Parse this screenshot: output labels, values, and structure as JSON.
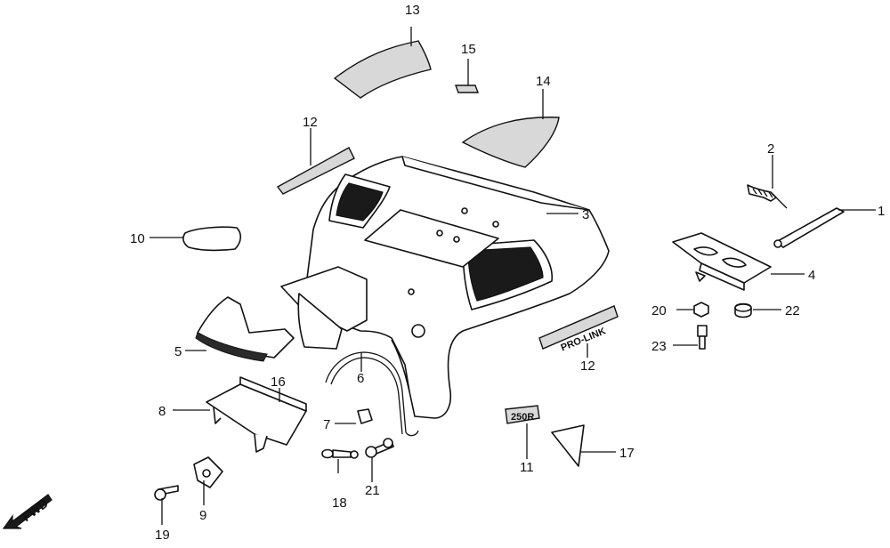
{
  "callouts": [
    {
      "id": "1",
      "text": "1"
    },
    {
      "id": "2",
      "text": "2"
    },
    {
      "id": "3",
      "text": "3"
    },
    {
      "id": "4",
      "text": "4"
    },
    {
      "id": "5",
      "text": "5"
    },
    {
      "id": "6",
      "text": "6"
    },
    {
      "id": "7",
      "text": "7"
    },
    {
      "id": "8",
      "text": "8"
    },
    {
      "id": "9",
      "text": "9"
    },
    {
      "id": "10",
      "text": "10"
    },
    {
      "id": "11",
      "text": "11"
    },
    {
      "id": "12a",
      "text": "12"
    },
    {
      "id": "12b",
      "text": "12"
    },
    {
      "id": "13",
      "text": "13"
    },
    {
      "id": "14",
      "text": "14"
    },
    {
      "id": "15",
      "text": "15"
    },
    {
      "id": "16",
      "text": "16"
    },
    {
      "id": "17",
      "text": "17"
    },
    {
      "id": "18",
      "text": "18"
    },
    {
      "id": "19",
      "text": "19"
    },
    {
      "id": "20",
      "text": "20"
    },
    {
      "id": "21",
      "text": "21"
    },
    {
      "id": "22",
      "text": "22"
    },
    {
      "id": "23",
      "text": "23"
    }
  ],
  "decals": {
    "side_stripe": "PRO-LINK",
    "model_badge": "250R"
  },
  "direction_marker": {
    "text": "FWD",
    "icon": "arrow-down-left-icon"
  }
}
